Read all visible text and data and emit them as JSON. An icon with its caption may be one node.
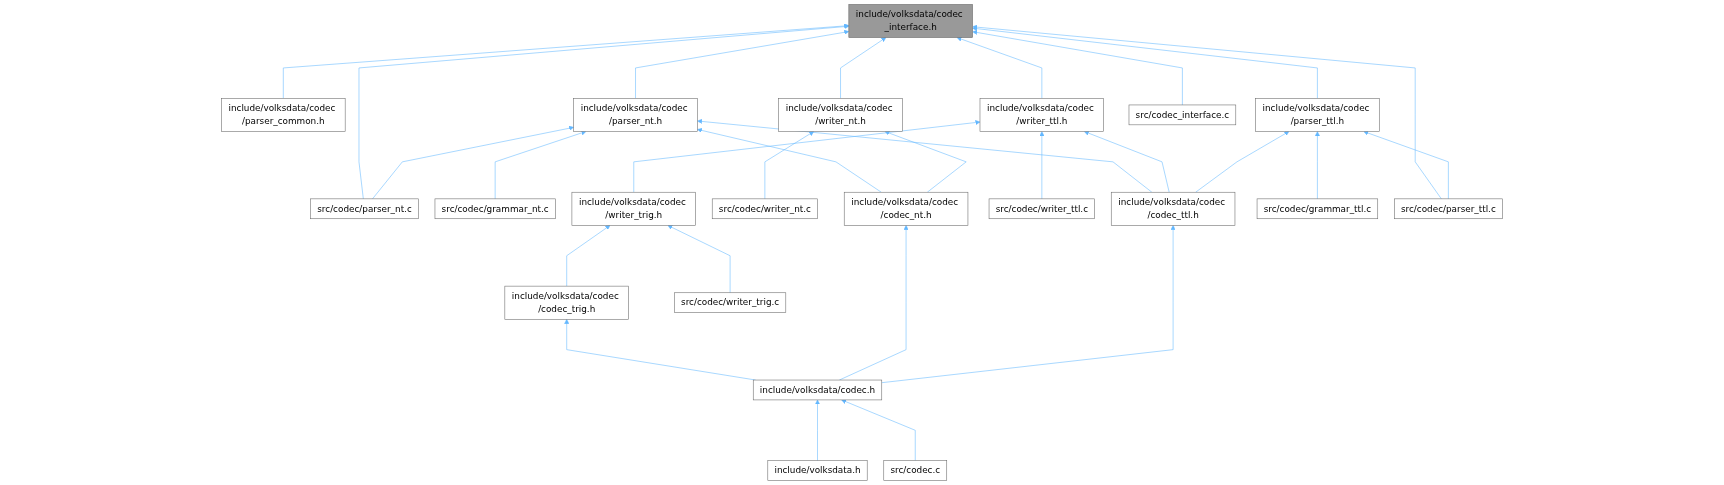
{
  "diagram": {
    "nodes": [
      {
        "text": [
          "include/volksdata/codec _interface.h"
        ]
      },
      {
        "text": [
          "include/volksdata/codec /parser_common.h"
        ]
      },
      {
        "text": [
          "include/volksdata/codec /parser_nt.h"
        ]
      },
      {
        "text": [
          "include/volksdata/codec /writer_nt.h"
        ]
      },
      {
        "text": [
          "include/volksdata/codec /writer_ttl.h"
        ]
      },
      {
        "text": [
          "include/volksdata/codec /parser_ttl.h"
        ]
      },
      {
        "text": [
          "src/codec_interface.c"
        ]
      },
      {
        "text": [
          "src/codec/parser_nt.c"
        ]
      },
      {
        "text": [
          "src/codec/grammar_nt.c"
        ]
      },
      {
        "text": [
          "include/volksdata/codec /codec_nt.h"
        ]
      },
      {
        "text": [
          "src/codec/writer_nt.c"
        ]
      },
      {
        "text": [
          "include/volksdata/codec /writer_trig.h"
        ]
      },
      {
        "text": [
          "src/codec/writer_ttl.c"
        ]
      },
      {
        "text": [
          "include/volksdata/codec /codec_ttl.h"
        ]
      },
      {
        "text": [
          "src/codec/grammar_ttl.c"
        ]
      },
      {
        "text": [
          "src/codec/parser_ttl.c"
        ]
      },
      {
        "text": [
          "include/volksdata/codec /codec_trig.h"
        ]
      },
      {
        "text": [
          "src/codec/writer_trig.c"
        ]
      },
      {
        "text": [
          "include/volksdata/codec.h"
        ]
      },
      {
        "text": [
          "include/volksdata.h"
        ]
      },
      {
        "text": [
          "src/codec.c"
        ]
      }
    ],
    "edges": [
      {
        "from": 1,
        "to": 0,
        "arrow": "to"
      },
      {
        "from": 2,
        "to": 0,
        "arrow": "to"
      },
      {
        "from": 3,
        "to": 0,
        "arrow": "to"
      },
      {
        "from": 4,
        "to": 0,
        "arrow": "to"
      },
      {
        "from": 5,
        "to": 0,
        "arrow": "to"
      },
      {
        "from": 6,
        "to": 0,
        "arrow": "to"
      },
      {
        "from": 7,
        "to": 0,
        "arrow": "to"
      },
      {
        "from": 15,
        "to": 0,
        "arrow": "to"
      },
      {
        "from": 7,
        "to": 2,
        "arrow": "to"
      },
      {
        "from": 8,
        "to": 2,
        "arrow": "to"
      },
      {
        "from": 9,
        "to": 2,
        "arrow": "to"
      },
      {
        "from": 13,
        "to": 2,
        "arrow": "to"
      },
      {
        "from": 9,
        "to": 3,
        "arrow": "to"
      },
      {
        "from": 10,
        "to": 3,
        "arrow": "to"
      },
      {
        "from": 11,
        "to": 4,
        "arrow": "to"
      },
      {
        "from": 12,
        "to": 4,
        "arrow": "to"
      },
      {
        "from": 13,
        "to": 4,
        "arrow": "to"
      },
      {
        "from": 13,
        "to": 5,
        "arrow": "to"
      },
      {
        "from": 14,
        "to": 5,
        "arrow": "to"
      },
      {
        "from": 15,
        "to": 5,
        "arrow": "to"
      },
      {
        "from": 16,
        "to": 11,
        "arrow": "to"
      },
      {
        "from": 17,
        "to": 11,
        "arrow": "to"
      },
      {
        "from": 18,
        "to": 16,
        "arrow": "to"
      },
      {
        "from": 18,
        "to": 9,
        "arrow": "to"
      },
      {
        "from": 18,
        "to": 13,
        "arrow": "to"
      },
      {
        "from": 19,
        "to": 18,
        "arrow": "to"
      },
      {
        "from": 20,
        "to": 18,
        "arrow": "to"
      }
    ]
  }
}
